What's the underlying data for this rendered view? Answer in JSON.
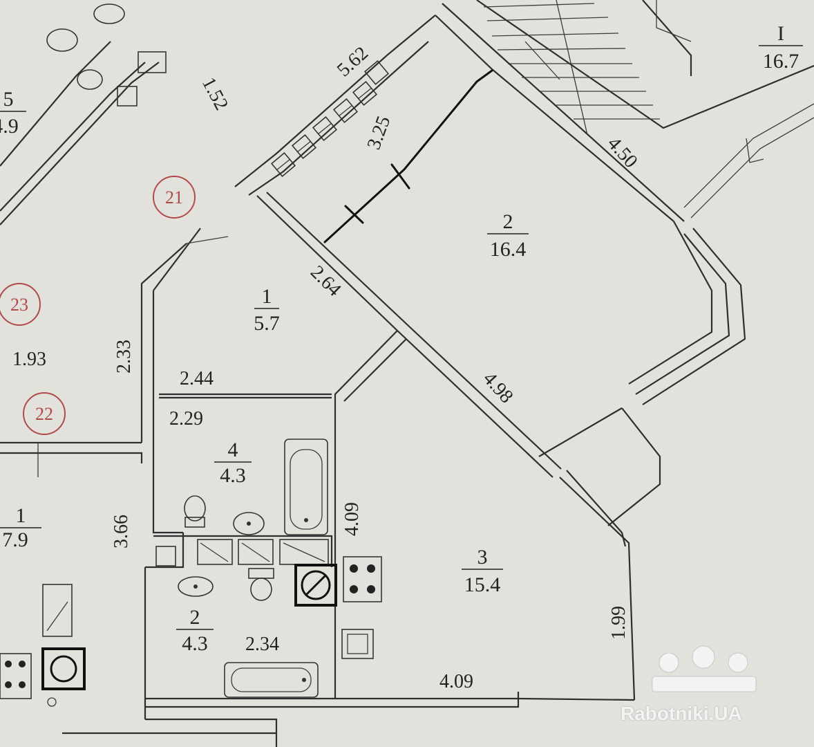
{
  "rooms": [
    {
      "id": "corridor",
      "number": "1",
      "area": "5.7"
    },
    {
      "id": "living",
      "number": "2",
      "area": "16.4"
    },
    {
      "id": "kitchen",
      "number": "3",
      "area": "15.4"
    },
    {
      "id": "bathroom",
      "number": "4",
      "area": "4.3"
    },
    {
      "id": "neighbor-bath",
      "number": "2",
      "area": "4.3"
    },
    {
      "id": "neighbor-room",
      "number": "1",
      "area": "7.9"
    },
    {
      "id": "staircase",
      "number": "I",
      "area": "16.7"
    },
    {
      "id": "neighbor-top",
      "number": "5",
      "area": "4.9"
    }
  ],
  "dimensions": {
    "d562": "5.62",
    "d152": "1.52",
    "d325": "3.25",
    "d450": "4.50",
    "d264": "2.64",
    "d498": "4.98",
    "d233": "2.33",
    "d193": "1.93",
    "d244": "2.44",
    "d229": "2.29",
    "d409v": "4.09",
    "d366": "3.66",
    "d234": "2.34",
    "d199": "1.99",
    "d409h": "4.09"
  },
  "markers": {
    "m21": "21",
    "m22": "22",
    "m23": "23"
  },
  "watermark": "Rabotniki.UA",
  "colors": {
    "paper": "#e2e1dc",
    "lines": "#2e2e2e",
    "marker": "#b04a4a"
  }
}
